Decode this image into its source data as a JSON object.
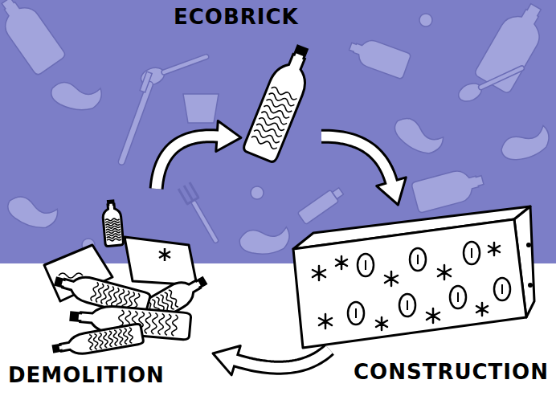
{
  "diagram": {
    "nodes": [
      {
        "text": [
          "ECOBRICK"
        ]
      },
      {
        "text": [
          "CONSTRUCTION"
        ]
      },
      {
        "text": [
          "DEMOLITION"
        ]
      }
    ],
    "edges": [
      {
        "from": 0,
        "to": 1,
        "arrow": "to"
      },
      {
        "from": 1,
        "to": 2,
        "arrow": "to"
      },
      {
        "from": 2,
        "to": 0,
        "arrow": "to"
      }
    ]
  }
}
